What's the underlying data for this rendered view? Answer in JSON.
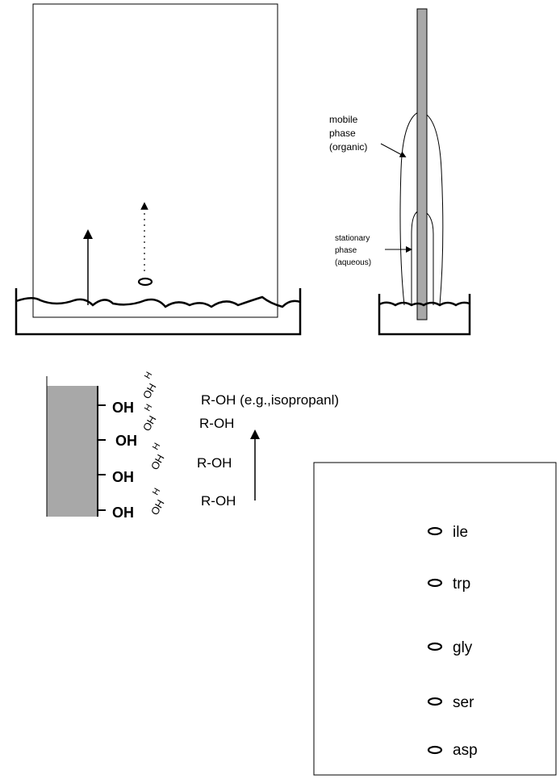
{
  "colors": {
    "ink": "#000000",
    "strip": "#a8a8a8",
    "solid_support": "#a8a8a8",
    "background": "#ffffff"
  },
  "paper_chromatography": {
    "mobile_phase_label": [
      "mobile",
      "phase",
      "(organic)"
    ],
    "stationary_phase_label": [
      "stationary",
      "phase",
      "(aqueous)"
    ]
  },
  "surface_diagram": {
    "surface_groups": [
      "OH",
      "OH",
      "OH",
      "OH"
    ],
    "bound_water": [
      "OH",
      "H"
    ],
    "solvent_labels": [
      "R-OH (e.g.,isopropanl)",
      "R-OH",
      "R-OH",
      "R-OH"
    ]
  },
  "developed_plate": {
    "spots": [
      "ile",
      "trp",
      "gly",
      "ser",
      "asp"
    ]
  }
}
